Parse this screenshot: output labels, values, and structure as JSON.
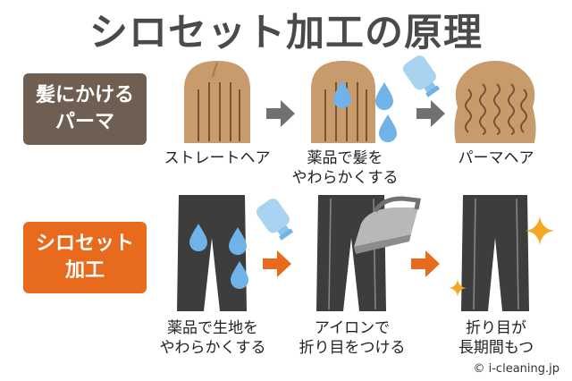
{
  "title": "シロセット加工の原理",
  "rows": {
    "hair": {
      "label_line1": "髪にかける",
      "label_line2": "パーマ",
      "color": "#6e5f52",
      "steps": [
        {
          "caption_line1": "ストレートヘア",
          "caption_line2": ""
        },
        {
          "caption_line1": "薬品で髪を",
          "caption_line2": "やわらかくする"
        },
        {
          "caption_line1": "パーマヘア",
          "caption_line2": ""
        }
      ]
    },
    "pants": {
      "label_line1": "シロセット",
      "label_line2": "加工",
      "color": "#e86a1c",
      "steps": [
        {
          "caption_line1": "薬品で生地を",
          "caption_line2": "やわらかくする"
        },
        {
          "caption_line1": "アイロンで",
          "caption_line2": "折り目をつける"
        },
        {
          "caption_line1": "折り目が",
          "caption_line2": "長期間もつ"
        }
      ]
    }
  },
  "copyright": "© i-cleaning.jp",
  "colors": {
    "hair": "#c79b6c",
    "drop": "#6fb3e8",
    "pants": "#3d3d3d",
    "gray_arrow": "#707070",
    "orange_arrow": "#e86a1c",
    "sparkle": "#f5a623"
  }
}
